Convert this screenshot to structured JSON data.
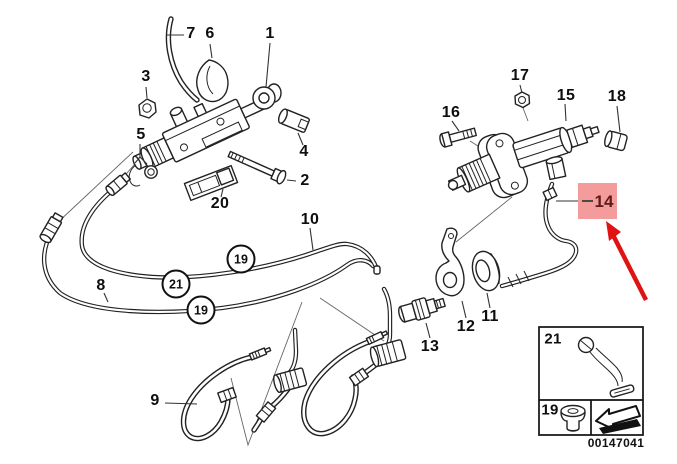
{
  "diagram_number": "00147041",
  "colors": {
    "highlight_bg": "#f49b9b",
    "highlight_text": "#5f1919",
    "arrow_red": "#e01212",
    "line": "#222222"
  },
  "callouts": {
    "p1": "1",
    "p2": "2",
    "p3": "3",
    "p4": "4",
    "p5": "5",
    "p6": "6",
    "p7": "7",
    "p8": "8",
    "p9": "9",
    "p10": "10",
    "p11": "11",
    "p12": "12",
    "p13": "13",
    "p15": "15",
    "p16": "16",
    "p17": "17",
    "p18": "18",
    "p20": "20",
    "c19a": "19",
    "c21": "21",
    "c19b": "19",
    "highlighted": "14"
  },
  "legend": {
    "clip_label": "21",
    "grommet_label": "19"
  }
}
